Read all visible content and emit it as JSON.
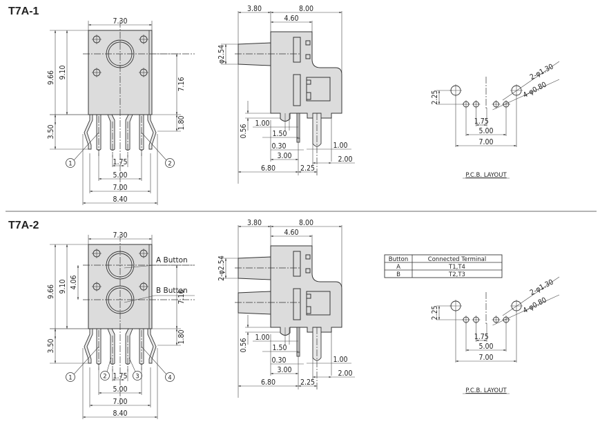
{
  "sections": [
    {
      "id": "t7a-1",
      "title": "T7A-1",
      "front": {
        "width": "7.30",
        "height_total": "9.66",
        "height_body": "9.10",
        "center_to_pin": "7.16",
        "pin_offset": "1.80",
        "pin_len": "3.50",
        "pitch": "1.75",
        "inner_span": "5.00",
        "outer_span": "7.00",
        "total_width": "8.40",
        "terminal_markers": [
          "1",
          "2"
        ]
      },
      "side": {
        "actuator_len": "3.80",
        "body_depth": "8.00",
        "upper_depth": "4.60",
        "actuator_dia": "φ2.54",
        "standoff": "0.56",
        "d_1_00_a": "1.00",
        "d_1_50": "1.50",
        "d_0_30": "0.30",
        "d_3_00": "3.00",
        "d_6_80": "6.80",
        "d_2_25": "2.25",
        "d_1_00_b": "1.00",
        "d_2_00": "2.00"
      },
      "pcb": {
        "large_holes": "2-φ1.30",
        "small_holes": "4-φ0.80",
        "row_offset": "2.25",
        "pitch": "1.75",
        "inner_span": "5.00",
        "outer_span": "7.00",
        "caption": "P.C.B.  LAYOUT"
      }
    },
    {
      "id": "t7a-2",
      "title": "T7A-2",
      "front": {
        "width": "7.30",
        "height_total": "9.66",
        "height_body": "9.10",
        "button_spacing": "4.06",
        "center_to_pin": "7.16",
        "pin_offset": "1.80",
        "pin_len": "3.50",
        "pitch": "1.75",
        "inner_span": "5.00",
        "outer_span": "7.00",
        "total_width": "8.40",
        "button_a_label": "A  Button",
        "button_b_label": "B  Button",
        "terminal_markers": [
          "1",
          "2",
          "3",
          "4"
        ]
      },
      "side": {
        "actuator_len": "3.80",
        "body_depth": "8.00",
        "upper_depth": "4.60",
        "actuator_dia": "2-φ2.54",
        "standoff": "0.56",
        "d_1_00_a": "1.00",
        "d_1_50": "1.50",
        "d_0_30": "0.30",
        "d_3_00": "3.00",
        "d_6_80": "6.80",
        "d_2_25": "2.25",
        "d_1_00_b": "1.00",
        "d_2_00": "2.00"
      },
      "table": {
        "headers": [
          "Button",
          "Connected  Terminal"
        ],
        "rows": [
          [
            "A",
            "T1,T4"
          ],
          [
            "B",
            "T2,T3"
          ]
        ]
      },
      "pcb": {
        "large_holes": "2-φ1.30",
        "small_holes": "4-φ0.80",
        "row_offset": "2.25",
        "pitch": "1.75",
        "inner_span": "5.00",
        "outer_span": "7.00",
        "caption": "P.C.B.  LAYOUT"
      }
    }
  ]
}
